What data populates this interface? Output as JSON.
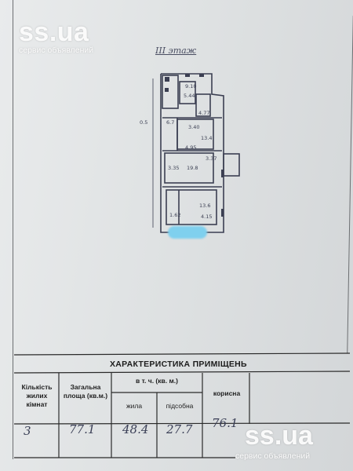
{
  "watermark": {
    "brand": "ss.ua",
    "tagline": "сервис объявлений"
  },
  "plan": {
    "floor_label": "III этаж",
    "marks": [
      "9.10",
      "5.44",
      "4.77",
      "3.40",
      "4.95",
      "13.4",
      "3.37",
      "19.8",
      "3.35",
      "13.6",
      "1.62",
      "4.15",
      "0.5",
      "6.7"
    ]
  },
  "table": {
    "title": "ХАРАКТЕРИСТИКА ПРИМІЩЕНЬ",
    "headers": {
      "rooms": "Кількість жилих кімнат",
      "total": "Загальна площа (кв.м.)",
      "incl": "в т. ч. (кв. м.)",
      "living": "жила",
      "aux": "підсобна",
      "useful": "корисна"
    },
    "values": {
      "rooms": "3",
      "total": "77.1",
      "living": "48.4",
      "aux": "27.7",
      "useful": "76.1"
    }
  }
}
